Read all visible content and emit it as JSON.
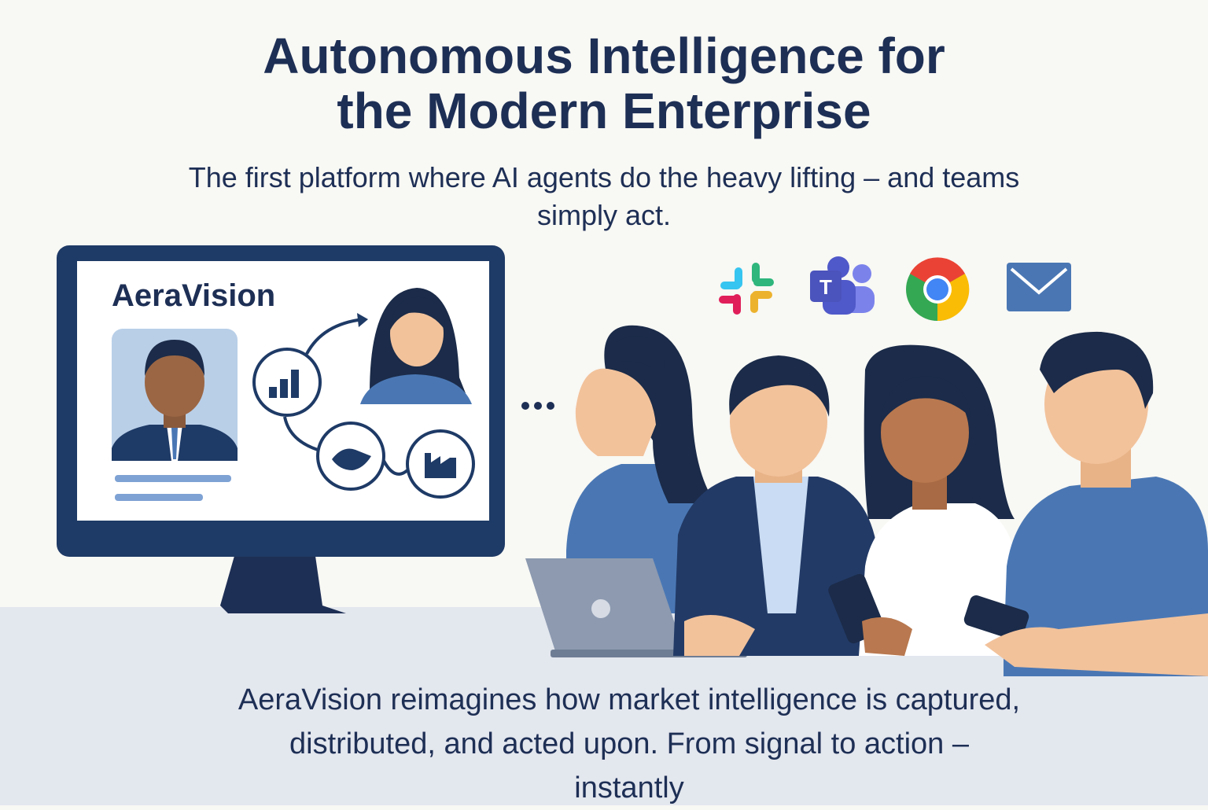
{
  "hero": {
    "title_line1": "Autonomous Intelligence for",
    "title_line2": "the Modern Enterprise",
    "subtitle_line1": "The first platform where AI agents do the heavy lifting – and teams",
    "subtitle_line2": "simply act."
  },
  "monitor": {
    "brand": "AeraVision",
    "workflow_icons": [
      "bar-chart-icon",
      "handshake-icon",
      "factory-icon"
    ]
  },
  "app_icons": [
    "slack-icon",
    "teams-icon",
    "chrome-icon",
    "mail-icon"
  ],
  "caption": {
    "line1": "AeraVision reimagines how market intelligence is captured,",
    "line2": "distributed, and acted upon. From signal to action –",
    "line3": "instantly"
  },
  "colors": {
    "navy": "#1e2f55",
    "blue": "#4a77b4",
    "light_blue": "#b9cfe8",
    "background": "#f8f8f4",
    "floor": "#e3e7ee"
  }
}
